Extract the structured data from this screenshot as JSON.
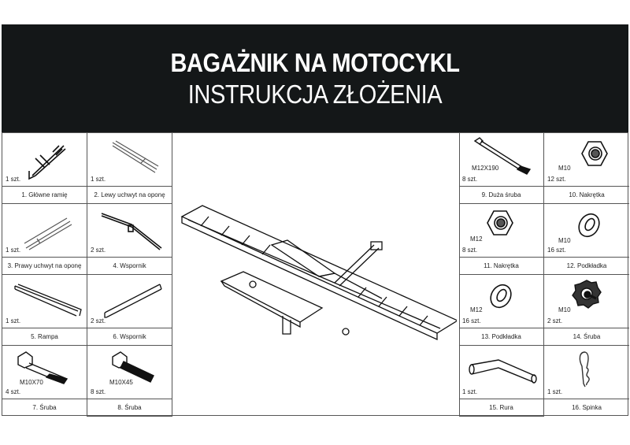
{
  "header": {
    "title": "BAGAŻNIK NA MOTOCYKL",
    "subtitle": "INSTRUKCJA ZŁOŻENIA",
    "background": "#141718"
  },
  "parts": [
    {
      "label": "1. Główne ramię",
      "qty": "1 szt.",
      "spec": "",
      "icon": "main-arm-icon"
    },
    {
      "label": "2. Lewy uchwyt na oponę",
      "qty": "1 szt.",
      "spec": "",
      "icon": "left-tire-holder-icon"
    },
    {
      "label": "3. Prawy uchwyt na oponę",
      "qty": "1 szt.",
      "spec": "",
      "icon": "right-tire-holder-icon"
    },
    {
      "label": "4. Wspornik",
      "qty": "2 szt.",
      "spec": "",
      "icon": "support-bar-icon"
    },
    {
      "label": "5. Rampa",
      "qty": "1 szt.",
      "spec": "",
      "icon": "ramp-icon"
    },
    {
      "label": "6. Wspornik",
      "qty": "2 szt.",
      "spec": "",
      "icon": "bracket-icon"
    },
    {
      "label": "7. Śruba",
      "qty": "4 szt.",
      "spec": "M10X70",
      "icon": "bolt-icon"
    },
    {
      "label": "8. Śruba",
      "qty": "8 szt.",
      "spec": "M10X45",
      "icon": "bolt-icon"
    },
    {
      "label": "9. Duża śruba",
      "qty": "8 szt.",
      "spec": "M12X190",
      "icon": "long-bolt-icon"
    },
    {
      "label": "10. Nakrętka",
      "qty": "12 szt.",
      "spec": "M10",
      "icon": "nut-icon"
    },
    {
      "label": "11. Nakrętka",
      "qty": "8 szt.",
      "spec": "M12",
      "icon": "nut-icon"
    },
    {
      "label": "12. Podkładka",
      "qty": "16 szt.",
      "spec": "M10",
      "icon": "washer-icon"
    },
    {
      "label": "13. Podkładka",
      "qty": "16 szt.",
      "spec": "M12",
      "icon": "washer-icon"
    },
    {
      "label": "14. Śruba",
      "qty": "2 szt.",
      "spec": "M10",
      "icon": "knob-bolt-icon"
    },
    {
      "label": "15. Rura",
      "qty": "1 szt.",
      "spec": "",
      "icon": "pin-tube-icon"
    },
    {
      "label": "16. Spinka",
      "qty": "1 szt.",
      "spec": "",
      "icon": "hitch-clip-icon"
    }
  ],
  "assembly_illustration": "motorcycle-carrier-assembly-icon"
}
